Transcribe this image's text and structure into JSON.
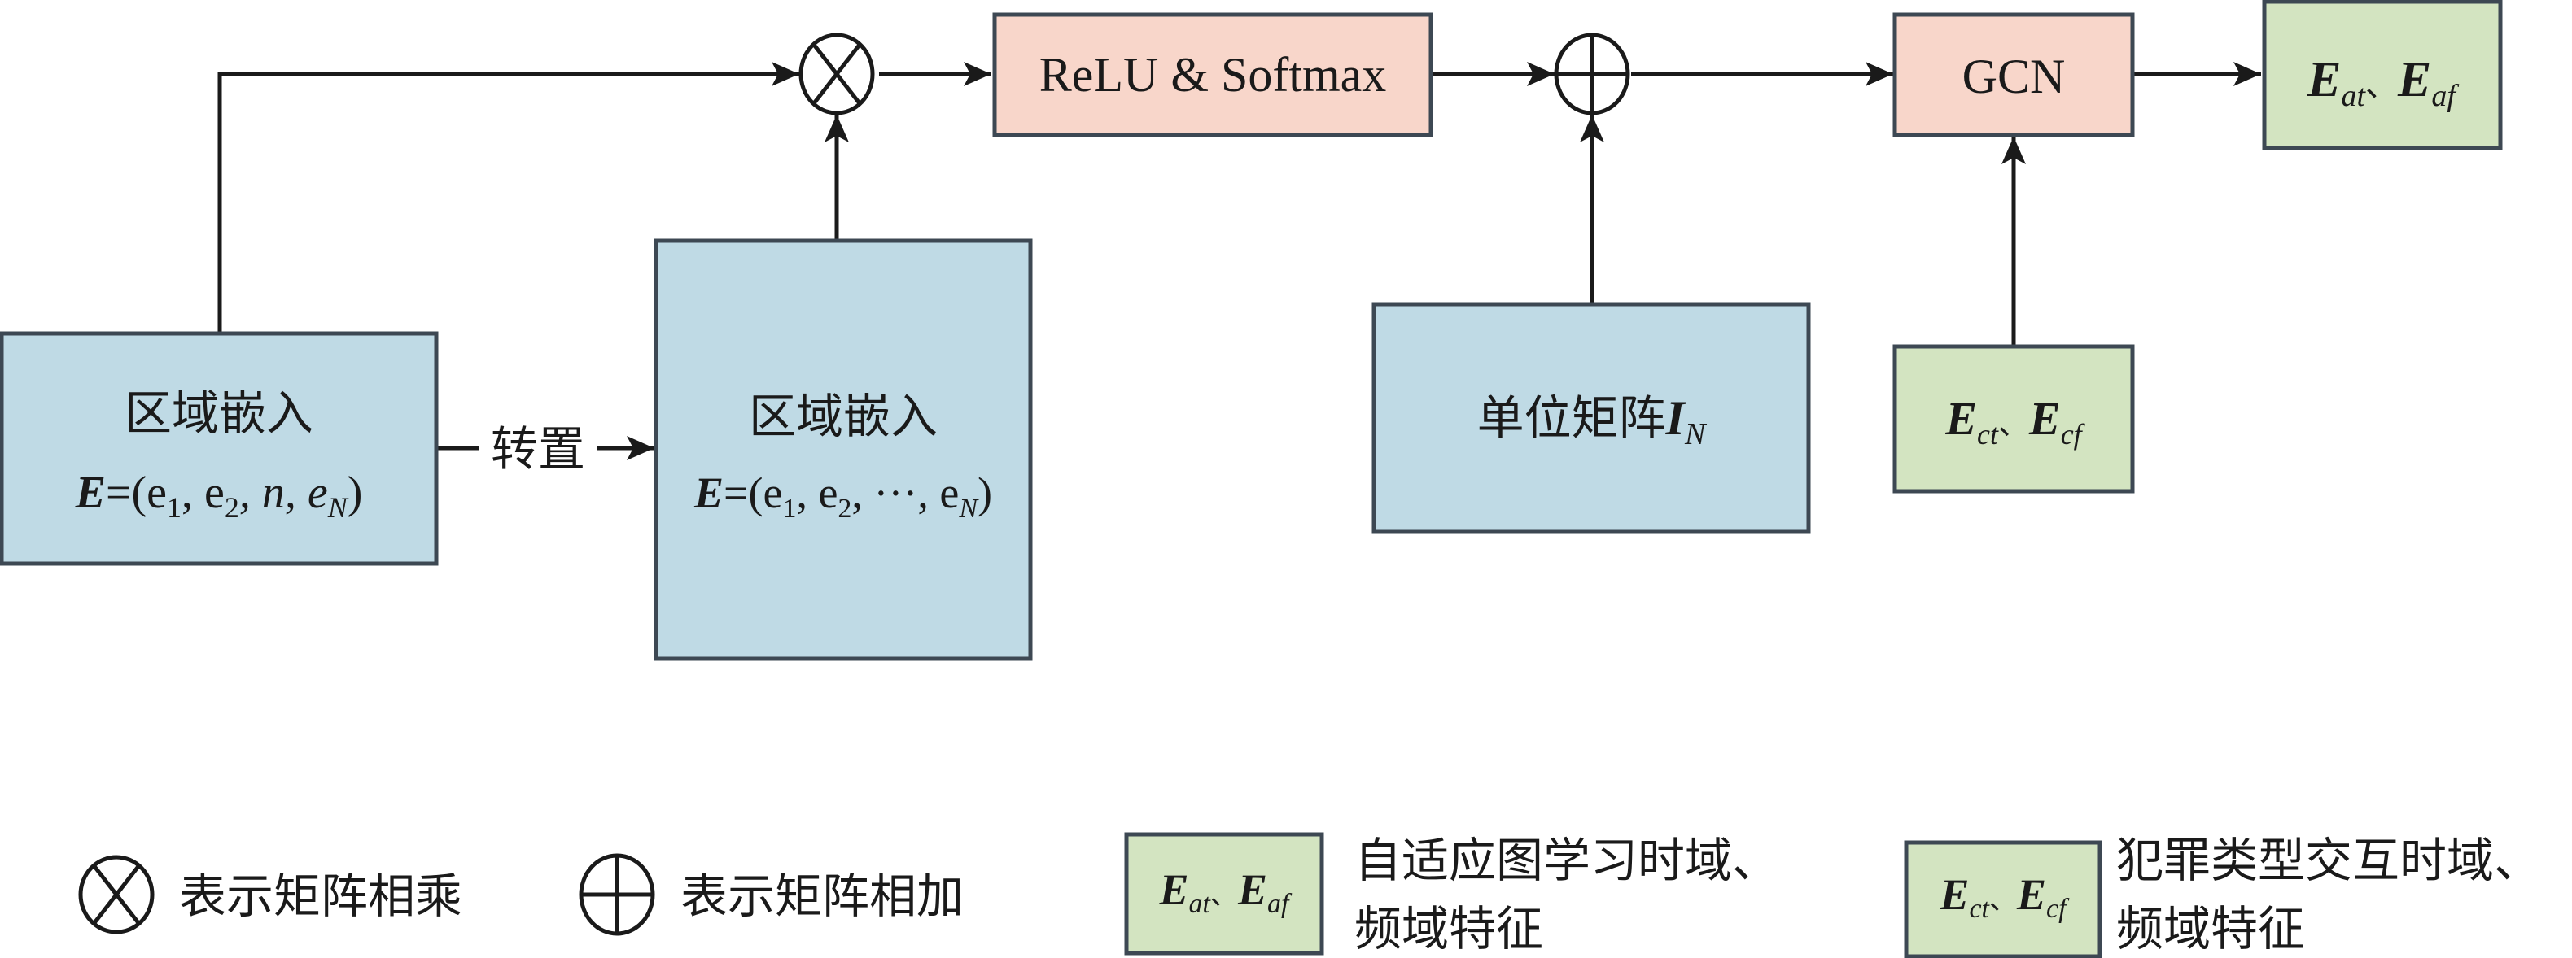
{
  "diagram": {
    "nodes": {
      "region_embed_1": {
        "title": "区域嵌入",
        "formula_bold": "E",
        "formula_rest": "=(e",
        "sub1": "1",
        "mid1": ", e",
        "sub2": "2",
        "mid2": ", n, e",
        "subN": "N",
        "close": ")"
      },
      "transpose_label": "转置",
      "region_embed_2": {
        "title": "区域嵌入",
        "formula_bold": "E",
        "formula_rest": "=(e",
        "sub1": "1",
        "mid1": ", e",
        "sub2": "2",
        "mid2": ", ···, e",
        "subN": "N",
        "close": ")"
      },
      "relu_softmax": {
        "label": "ReLU & Softmax"
      },
      "identity": {
        "title": "单位矩阵",
        "symbol": "I",
        "sub": "N"
      },
      "gcn": {
        "label": "GCN"
      },
      "output": {
        "e1": "E",
        "s1": "at",
        "sep": "、",
        "e2": "E",
        "s2": "af"
      },
      "crime_features": {
        "e1": "E",
        "s1": "ct",
        "sep": "、",
        "e2": "E",
        "s2": "cf"
      }
    },
    "operators": {
      "multiply": {
        "symbol": "⊗",
        "meaning": "matrix multiplication"
      },
      "add": {
        "symbol": "⊕",
        "meaning": "matrix addition"
      }
    },
    "edges": [
      {
        "from": "region_embed_1",
        "to": "multiply"
      },
      {
        "from": "region_embed_1",
        "to": "region_embed_2",
        "label": "转置"
      },
      {
        "from": "region_embed_2",
        "to": "multiply"
      },
      {
        "from": "multiply",
        "to": "relu_softmax"
      },
      {
        "from": "relu_softmax",
        "to": "add"
      },
      {
        "from": "identity",
        "to": "add"
      },
      {
        "from": "add",
        "to": "gcn"
      },
      {
        "from": "crime_features",
        "to": "gcn"
      },
      {
        "from": "gcn",
        "to": "output"
      }
    ]
  },
  "legend": {
    "multiply_text": "表示矩阵相乘",
    "add_text": "表示矩阵相加",
    "adaptive": {
      "e1": "E",
      "s1": "at",
      "sep": "、",
      "e2": "E",
      "s2": "af",
      "line1": "自适应图学习时域、",
      "line2": "频域特征"
    },
    "crime": {
      "e1": "E",
      "s1": "ct",
      "sep": "、",
      "e2": "E",
      "s2": "cf",
      "line1": "犯罪类型交互时域、",
      "line2": "频域特征"
    }
  },
  "colors": {
    "embedding_fill": "#bfdae5",
    "operation_fill": "#f8d6ca",
    "feature_fill": "#d3e4c1",
    "border": "#3d4853",
    "line": "#1a1a1a"
  }
}
